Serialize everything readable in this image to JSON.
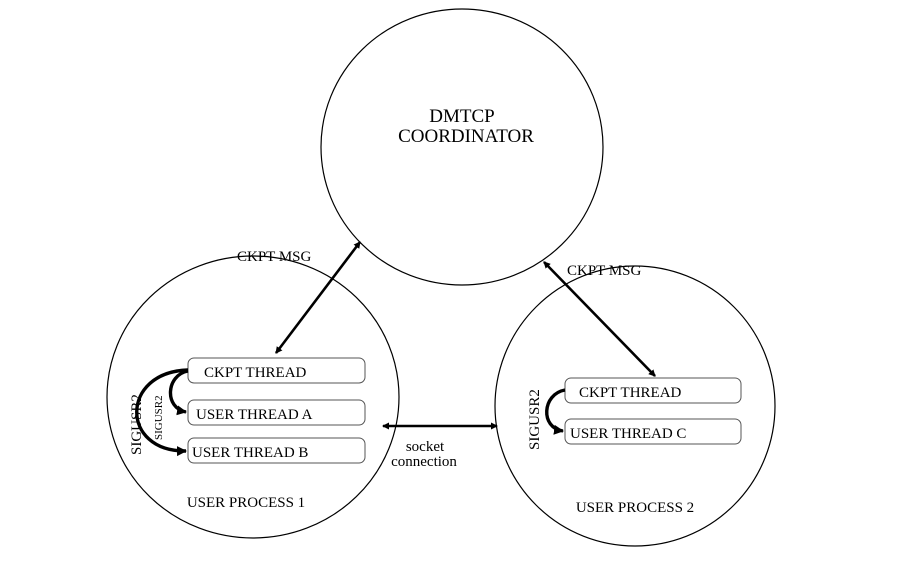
{
  "coordinator": {
    "line1": "DMTCP",
    "line2": "COORDINATOR"
  },
  "process1": {
    "label": "USER PROCESS 1",
    "ckpt_thread": "CKPT THREAD",
    "user_thread_a": "USER THREAD A",
    "user_thread_b": "USER THREAD B",
    "signal_outer": "SIGUSR2",
    "signal_inner": "SIGUSR2"
  },
  "process2": {
    "label": "USER PROCESS 2",
    "ckpt_thread": "CKPT THREAD",
    "user_thread_c": "USER THREAD C",
    "signal": "SIGUSR2"
  },
  "links": {
    "ckpt_msg_left": "CKPT MSG",
    "ckpt_msg_right": "CKPT MSG",
    "socket_line1": "socket",
    "socket_line2": "connection"
  },
  "colors": {
    "stroke": "#000000",
    "box_stroke": "#555555",
    "background": "#ffffff"
  }
}
